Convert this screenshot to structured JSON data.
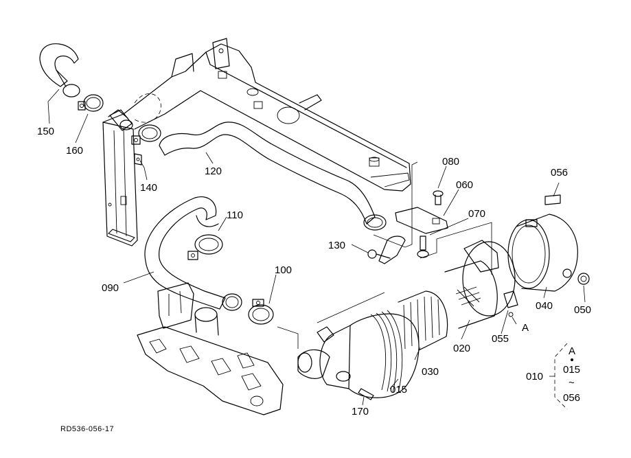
{
  "drawing_code": "RD536-056-17",
  "part_labels": [
    {
      "id": "p150",
      "text": "150"
    },
    {
      "id": "p160",
      "text": "160"
    },
    {
      "id": "p140",
      "text": "140"
    },
    {
      "id": "p120",
      "text": "120"
    },
    {
      "id": "p110",
      "text": "110"
    },
    {
      "id": "p090",
      "text": "090"
    },
    {
      "id": "p100",
      "text": "100"
    },
    {
      "id": "p130",
      "text": "130"
    },
    {
      "id": "p080",
      "text": "080"
    },
    {
      "id": "p060",
      "text": "060"
    },
    {
      "id": "p070",
      "text": "070"
    },
    {
      "id": "p056",
      "text": "056"
    },
    {
      "id": "p040",
      "text": "040"
    },
    {
      "id": "p050",
      "text": "050"
    },
    {
      "id": "p020",
      "text": "020"
    },
    {
      "id": "p055",
      "text": "055"
    },
    {
      "id": "pA",
      "text": "A"
    },
    {
      "id": "p030",
      "text": "030"
    },
    {
      "id": "p015",
      "text": "015"
    },
    {
      "id": "p170",
      "text": "170"
    }
  ],
  "assembly_key": {
    "label": "010",
    "marker": "A",
    "range_start": "015",
    "range_sep": "~",
    "range_end": "056"
  }
}
